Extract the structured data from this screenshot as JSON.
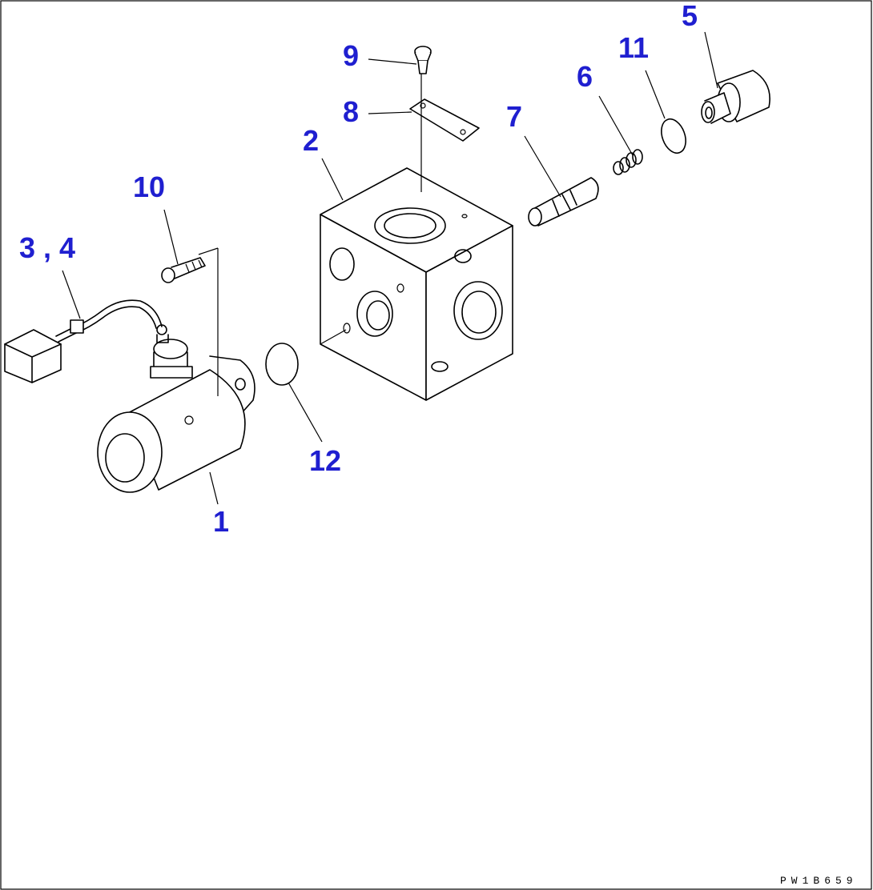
{
  "figure_code": "PW1B659",
  "callouts": {
    "p1": "1",
    "p2": "2",
    "p3_4": "3 , 4",
    "p5": "5",
    "p6": "6",
    "p7": "7",
    "p8": "8",
    "p9": "9",
    "p10": "10",
    "p11": "11",
    "p12": "12"
  },
  "colors": {
    "callout": "#1f1fd0",
    "line": "#000000",
    "background": "#ffffff"
  }
}
